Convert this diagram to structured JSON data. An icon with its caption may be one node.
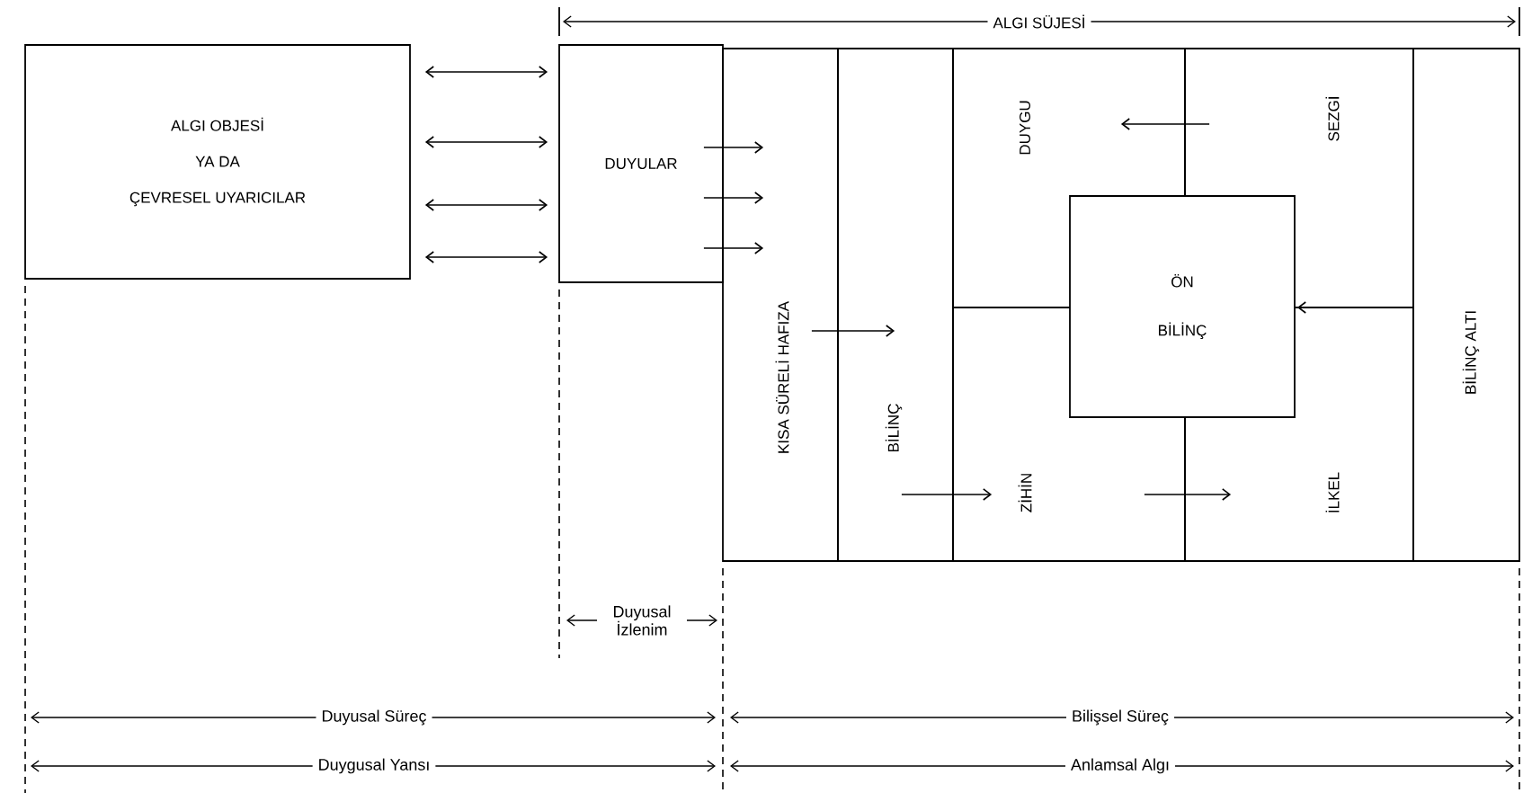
{
  "diagram": {
    "nodes": [
      {
        "text": [
          "ALGI OBJESİ",
          "YA DA",
          "ÇEVRESEL UYARICILAR"
        ]
      },
      {
        "text": [
          "DUYULAR"
        ]
      },
      {
        "text": [
          "KISA SÜRELİ HAFIZA"
        ]
      },
      {
        "text": [
          "BİLİNÇ"
        ]
      },
      {
        "text": [
          "DUYGU"
        ]
      },
      {
        "text": [
          "SEZGİ"
        ]
      },
      {
        "text": [
          "ÖN BİLİNÇ"
        ]
      },
      {
        "text": [
          "ZİHİN"
        ]
      },
      {
        "text": [
          "İLKEL"
        ]
      },
      {
        "text": [
          "BİLİNÇ ALTI"
        ]
      }
    ],
    "edges": [
      {
        "from": 0,
        "to": 1,
        "arrow": "both"
      },
      {
        "from": 0,
        "to": 1,
        "arrow": "both"
      },
      {
        "from": 0,
        "to": 1,
        "arrow": "both"
      },
      {
        "from": 0,
        "to": 1,
        "arrow": "both"
      },
      {
        "from": 1,
        "to": 2,
        "arrow": "to"
      },
      {
        "from": 1,
        "to": 2,
        "arrow": "to"
      },
      {
        "from": 1,
        "to": 2,
        "arrow": "to"
      },
      {
        "from": 2,
        "to": 3,
        "arrow": "to"
      },
      {
        "from": 3,
        "to": 7,
        "arrow": "to"
      },
      {
        "from": 7,
        "to": 8,
        "arrow": "to"
      },
      {
        "from": 5,
        "to": 4,
        "arrow": "to"
      },
      {
        "from": 9,
        "to": 6,
        "arrow": "to"
      }
    ],
    "labels": [
      "ALGI SÜJESİ",
      "Duyusal İzlenim",
      "Duyusal Süreç",
      "Bilişsel Süreç",
      "Duygusal Yansı",
      "Anlamsal Algı"
    ]
  }
}
